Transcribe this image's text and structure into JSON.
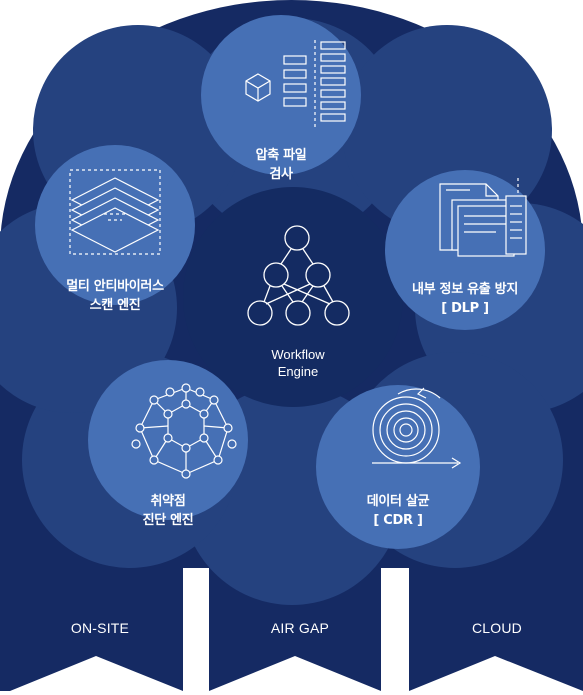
{
  "colors": {
    "outer": "#152a63",
    "petal": "#25427f",
    "center": "#142b62",
    "module": "#4670b5",
    "line": "#ffffff"
  },
  "engine": {
    "line1": "Workflow",
    "line2": "Engine",
    "icon": "network-graph-icon"
  },
  "modules": [
    {
      "id": "compressed",
      "line1": "압축 파일",
      "line2": "검사",
      "icon": "compressed-file-icon"
    },
    {
      "id": "dlp",
      "line1": "내부 정보 유출 방지",
      "line2": "[ DLP ]",
      "icon": "document-stack-icon"
    },
    {
      "id": "cdr",
      "line1": "데이터 살균",
      "line2": "[ CDR ]",
      "icon": "spiral-icon"
    },
    {
      "id": "vuln",
      "line1": "취약점",
      "line2": "진단 엔진",
      "icon": "polyhedron-icon"
    },
    {
      "id": "av",
      "line1": "멀티 안티바이러스",
      "line2": "스캔 엔진",
      "icon": "layers-icon"
    }
  ],
  "environments": [
    "ON-SITE",
    "AIR GAP",
    "CLOUD"
  ]
}
